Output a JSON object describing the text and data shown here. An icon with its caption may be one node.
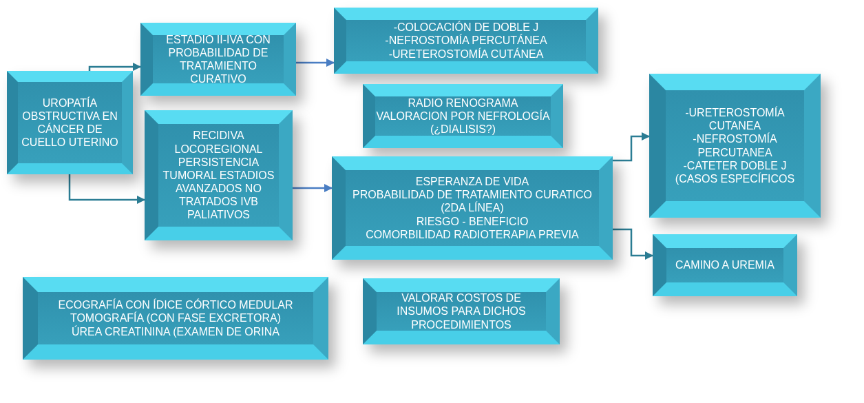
{
  "diagram": {
    "nodes": [
      {
        "text": [
          "UROPATÍA OBSTRUCTIVA EN CÁNCER DE CUELLO UTERINO"
        ]
      },
      {
        "text": [
          "ESTADIO II-IVA CON PROBABILIDAD DE TRATAMIENTO CURATIVO"
        ]
      },
      {
        "text": [
          "RECIDIVA LOCOREGIONAL PERSISTENCIA TUMORAL ESTADIOS AVANZADOS NO TRATADOS IVB PALIATIVOS"
        ]
      },
      {
        "text": [
          "-COLOCACIÓN DE DOBLE J",
          "-NEFROSTOMÍA PERCUTÁNEA",
          "-URETEROSTOMÍA CUTÁNEA"
        ]
      },
      {
        "text": [
          "RADIO RENOGRAMA",
          "VALORACION POR NEFROLOGÍA (¿DIALISIS?)"
        ]
      },
      {
        "text": [
          "ESPERANZA DE VIDA",
          "PROBABILIDAD DE TRATAMIENTO CURATICO (2DA LÍNEA)",
          "RIESGO - BENEFICIO",
          "COMORBILIDAD RADIOTERAPIA PREVIA"
        ]
      },
      {
        "text": [
          "-URETEROSTOMÍA CUTANEA",
          "-NEFROSTOMÍA PERCUTANEA",
          "-CATETER DOBLE J (CASOS ESPECÍFICOS"
        ]
      },
      {
        "text": [
          "CAMINO A UREMIA"
        ]
      },
      {
        "text": [
          "ECOGRAFÍA CON ÍDICE CÓRTICO MEDULAR",
          "TOMOGRAFÍA (CON FASE EXCRETORA)",
          "ÚREA CREATININA (EXAMEN DE ORINA"
        ]
      },
      {
        "text": [
          "VALORAR COSTOS DE INSUMOS PARA DICHOS PROCEDIMIENTOS"
        ]
      }
    ],
    "edges": [
      {
        "from": 0,
        "to": 1,
        "arrow": "to"
      },
      {
        "from": 0,
        "to": 2,
        "arrow": "to"
      },
      {
        "from": 1,
        "to": 3,
        "arrow": "to",
        "color": "#4a7ec4"
      },
      {
        "from": 2,
        "to": 5,
        "arrow": "to",
        "color": "#4a7ec4"
      },
      {
        "from": 5,
        "to": 6,
        "arrow": "to"
      },
      {
        "from": 5,
        "to": 7,
        "arrow": "to"
      }
    ]
  }
}
